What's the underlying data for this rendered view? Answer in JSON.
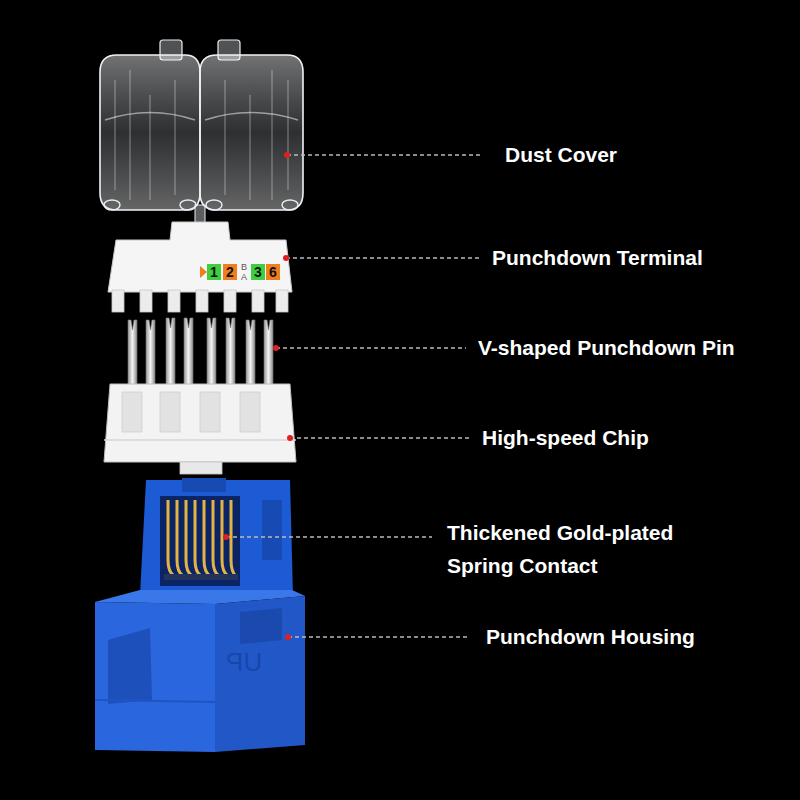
{
  "diagram": {
    "labels": [
      "Dust Cover",
      "Punchdown Terminal",
      "V-shaped Punchdown Pin",
      "High-speed Chip",
      "Thickened Gold-plated Spring Contact",
      "Punchdown Housing",
      "1",
      "2",
      "B",
      "A",
      "3",
      "6",
      "UP"
    ]
  }
}
